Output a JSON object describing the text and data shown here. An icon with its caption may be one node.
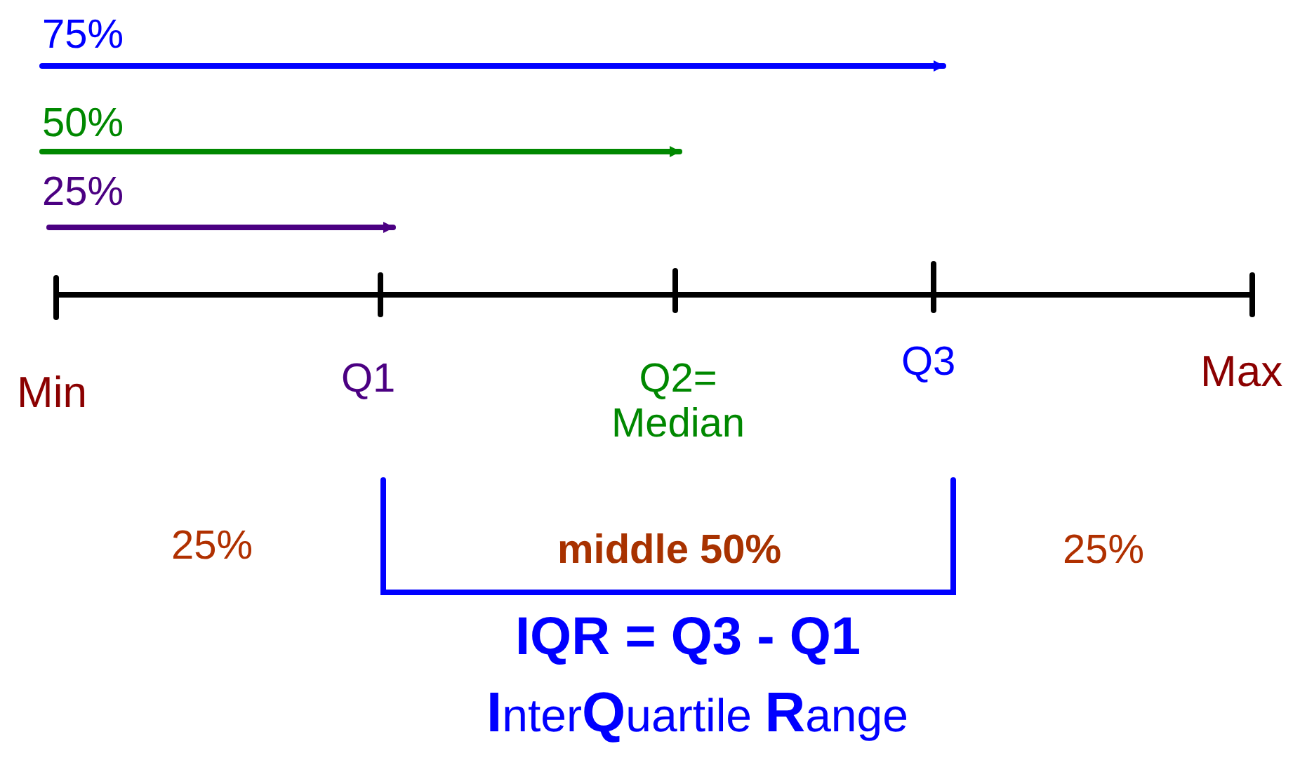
{
  "diagram": {
    "labels": [
      "75%",
      "50%",
      "25%",
      "Min",
      "Q1",
      "Q2= Median",
      "Q3",
      "Max",
      "25%",
      "middle 50%",
      "25%",
      "IQR = Q3 - Q1",
      "**I**nter**Q**uartile **R**ange"
    ]
  }
}
